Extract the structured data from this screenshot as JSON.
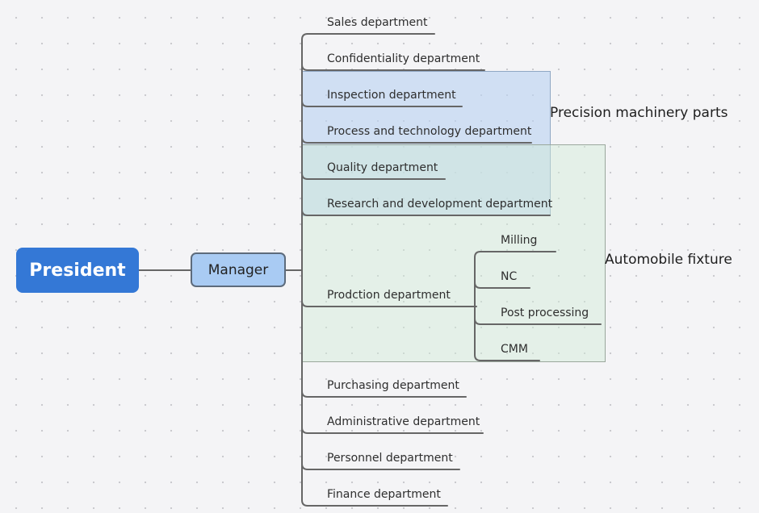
{
  "root": {
    "label": "President"
  },
  "manager": {
    "label": "Manager"
  },
  "departments": [
    "Sales department",
    "Confidentiality department",
    "Inspection department",
    "Process and technology department",
    "Quality department",
    "Research and development department",
    "Prodction department",
    "Purchasing department",
    "Administrative department",
    "Personnel department",
    "Finance department"
  ],
  "production_units": [
    "Milling",
    "NC",
    "Post processing",
    "CMM"
  ],
  "zones": {
    "precision": "Precision machinery parts",
    "automobile": "Automobile fixture"
  },
  "colors": {
    "root_fill": "#3478d6",
    "manager_fill": "#a9cbf3",
    "precision_zone": "#bad2f0",
    "automobile_zone": "#d0ecd8",
    "line": "#666666"
  }
}
